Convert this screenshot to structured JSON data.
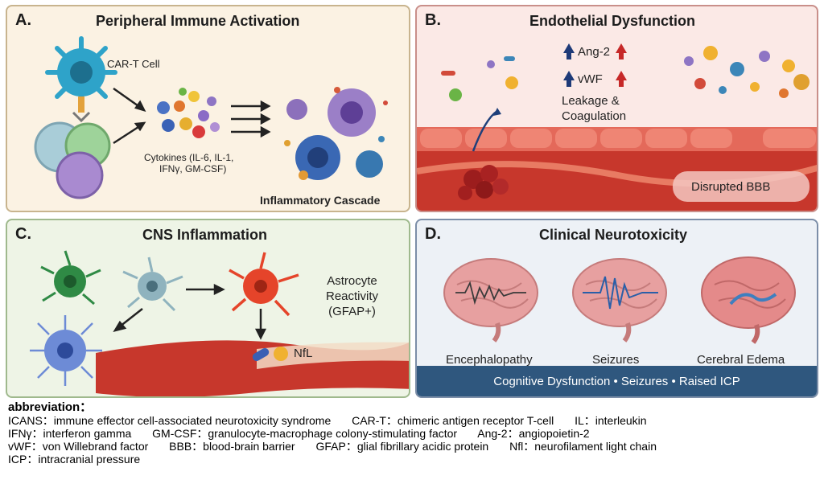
{
  "panels": {
    "a": {
      "label": "A.",
      "title": "Peripheral Immune Activation",
      "car_t_label": "CAR-T Cell",
      "cytokines_line1": "Cytokines (IL-6, IL-1,",
      "cytokines_line2": "IFNγ, GM-CSF)",
      "cascade_label": "Inflammatory Cascade"
    },
    "b": {
      "label": "B.",
      "title": "Endothelial Dysfunction",
      "marker1": "Ang-2",
      "marker2": "vWF",
      "leak_line1": "Leakage &",
      "leak_line2": "Coagulation",
      "bbb_label": "Disrupted BBB"
    },
    "c": {
      "label": "C.",
      "title": "CNS Inflammation",
      "astro_line1": "Astrocyte",
      "astro_line2": "Reactivity",
      "astro_line3": "(GFAP+)",
      "nfl_label": "NfL"
    },
    "d": {
      "label": "D.",
      "title": "Clinical Neurotoxicity",
      "brain1": "Encephalopathy",
      "brain2": "Seizures",
      "brain3": "Cerebral Edema",
      "banner": "Cognitive Dysfunction • Seizures • Raised ICP"
    }
  },
  "abbreviations": {
    "heading": "abbreviation：",
    "rows": [
      [
        "ICANS：immune effector cell-associated neurotoxicity syndrome",
        "CAR-T：chimeric antigen receptor T-cell",
        "IL：interleukin"
      ],
      [
        "IFNγ：interferon gamma",
        "GM-CSF：granulocyte-macrophage colony-stimulating factor",
        "Ang-2：angiopoietin-2"
      ],
      [
        "vWF：von Willebrand factor",
        "BBB：blood-brain barrier",
        "GFAP：glial fibrillary acidic protein",
        "Nfl：neurofilament light chain"
      ],
      [
        "ICP：intracranial pressure"
      ]
    ]
  },
  "colors": {
    "panel_a_bg": "#fbf2e3",
    "panel_b_bg": "#fbe9e6",
    "panel_c_bg": "#eef4e6",
    "panel_d_bg": "#edf1f6",
    "banner": "#2f577e",
    "vessel_red": "#c7372c"
  }
}
